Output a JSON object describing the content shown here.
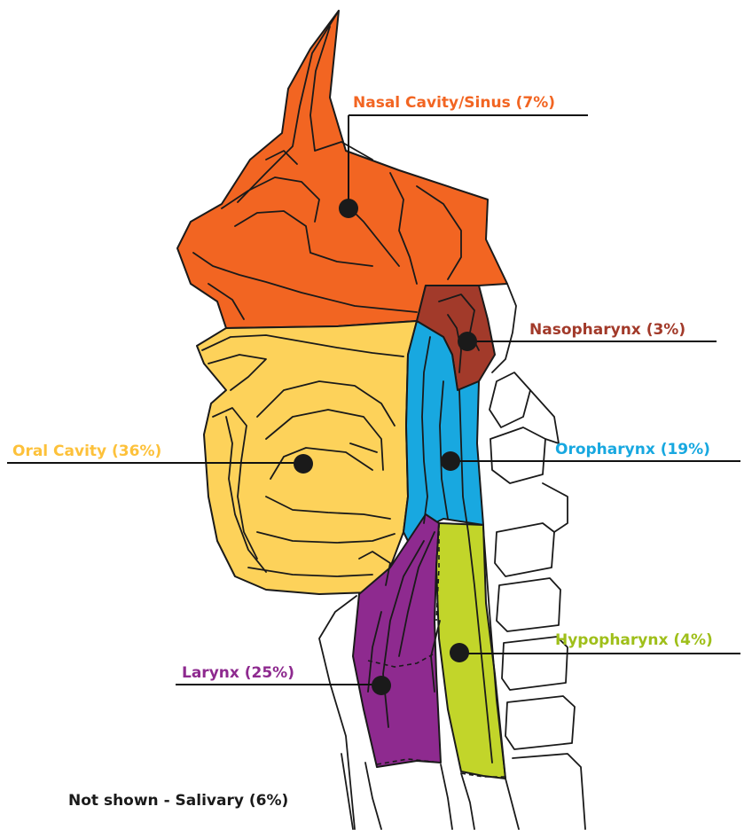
{
  "labels": {
    "nasal": "Nasal Cavity/Sinus (7%)",
    "nasopharynx": "Nasopharynx (3%)",
    "oral": "Oral Cavity (36%)",
    "oropharynx": "Oropharynx (19%)",
    "hypopharynx": "Hypopharynx (4%)",
    "larynx": "Larynx (25%)",
    "footnote": "Not shown - Salivary (6%)"
  },
  "colors": {
    "nasal": "#f26522",
    "nasopharynx": "#a23a2a",
    "oral": "#fdd25a",
    "oropharynx": "#18a8e0",
    "hypopharynx": "#c2d52a",
    "larynx": "#8e2a8f",
    "footnote": "#1a1a1a"
  }
}
